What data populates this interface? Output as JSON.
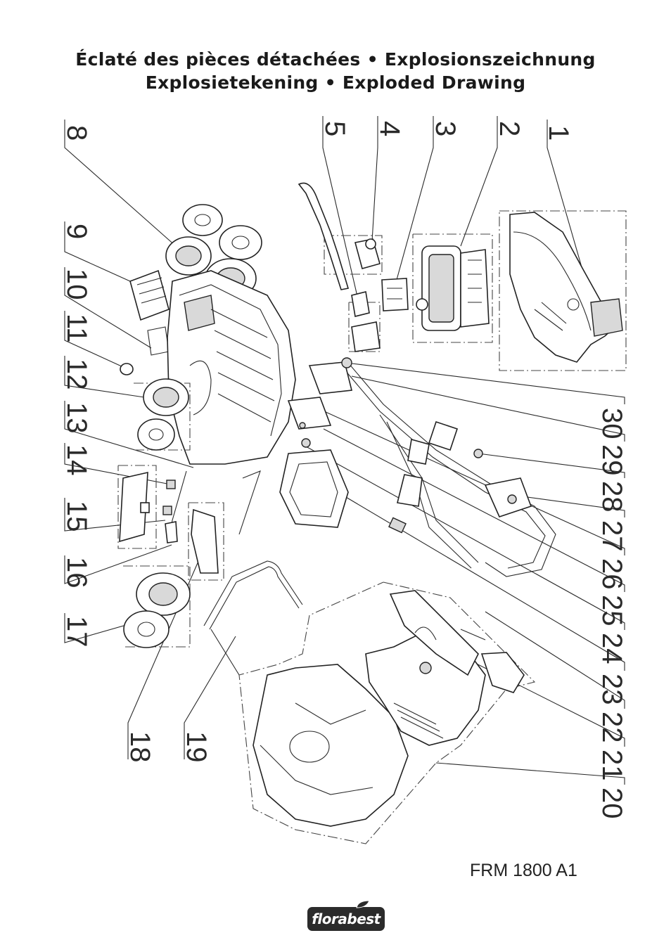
{
  "title_line1": "Éclaté des pièces détachées • Explosionszeichnung",
  "title_line2": "Explosietekening • Exploded Drawing",
  "model": "FRM 1800 A1",
  "brand": "florabest",
  "callouts": [
    "1",
    "2",
    "3",
    "4",
    "5",
    "8",
    "9",
    "10",
    "11",
    "12",
    "13",
    "14",
    "15",
    "16",
    "17",
    "18",
    "19",
    "20",
    "21",
    "22",
    "23",
    "24",
    "25",
    "26",
    "27",
    "28",
    "29",
    "30"
  ],
  "colors": {
    "ink": "#1a1a1a",
    "logo_bg": "#2b2b2b",
    "background": "#ffffff"
  }
}
